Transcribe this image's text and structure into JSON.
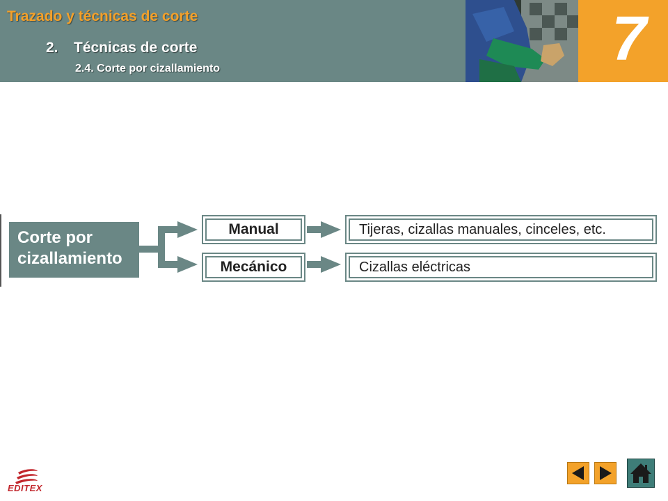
{
  "header": {
    "title": "Trazado y técnicas de corte",
    "section_number": "2.",
    "section_title": "Técnicas de corte",
    "subsection": "2.4. Corte por cizallamiento",
    "chapter_number": "7"
  },
  "diagram": {
    "root": "Corte por cizallamiento",
    "branches": [
      {
        "category": "Manual",
        "description": "Tijeras, cizallas manuales, cinceles, etc."
      },
      {
        "category": "Mecánico",
        "description": "Cizallas eléctricas"
      }
    ]
  },
  "footer": {
    "logo_text": "EDITEX"
  },
  "colors": {
    "header_bg": "#6a8785",
    "accent_orange": "#f3a22a",
    "title_orange": "#f3a02a",
    "home_button": "#3e7d78"
  },
  "icons": [
    "editex-logo-icon",
    "prev-arrow-icon",
    "next-arrow-icon",
    "home-icon"
  ]
}
